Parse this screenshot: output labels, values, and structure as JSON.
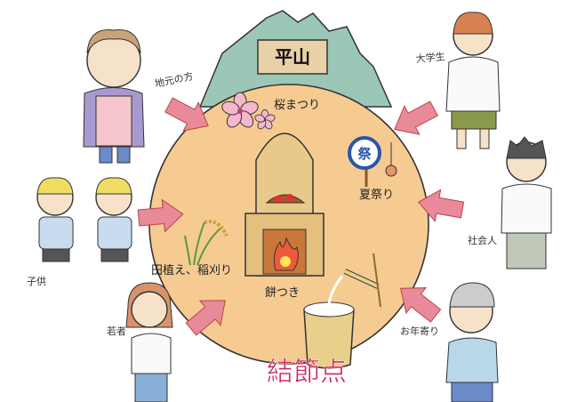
{
  "mountain": {
    "name": "平山"
  },
  "events": {
    "sakura": "桜まつり",
    "summer": "夏祭り",
    "rice": "田植え、稲刈り",
    "mochi": "餅つき",
    "fan_character": "祭"
  },
  "people": {
    "locals": "地元の方",
    "students": "大学生",
    "children": "子供",
    "workers": "社会人",
    "youth": "若者",
    "elderly": "お年寄り"
  },
  "caption": "結節点",
  "colors": {
    "circle": "#f5c98e",
    "mountain": "#8fbfae",
    "arrow": "#e07a8c",
    "caption": "#d0245c"
  }
}
